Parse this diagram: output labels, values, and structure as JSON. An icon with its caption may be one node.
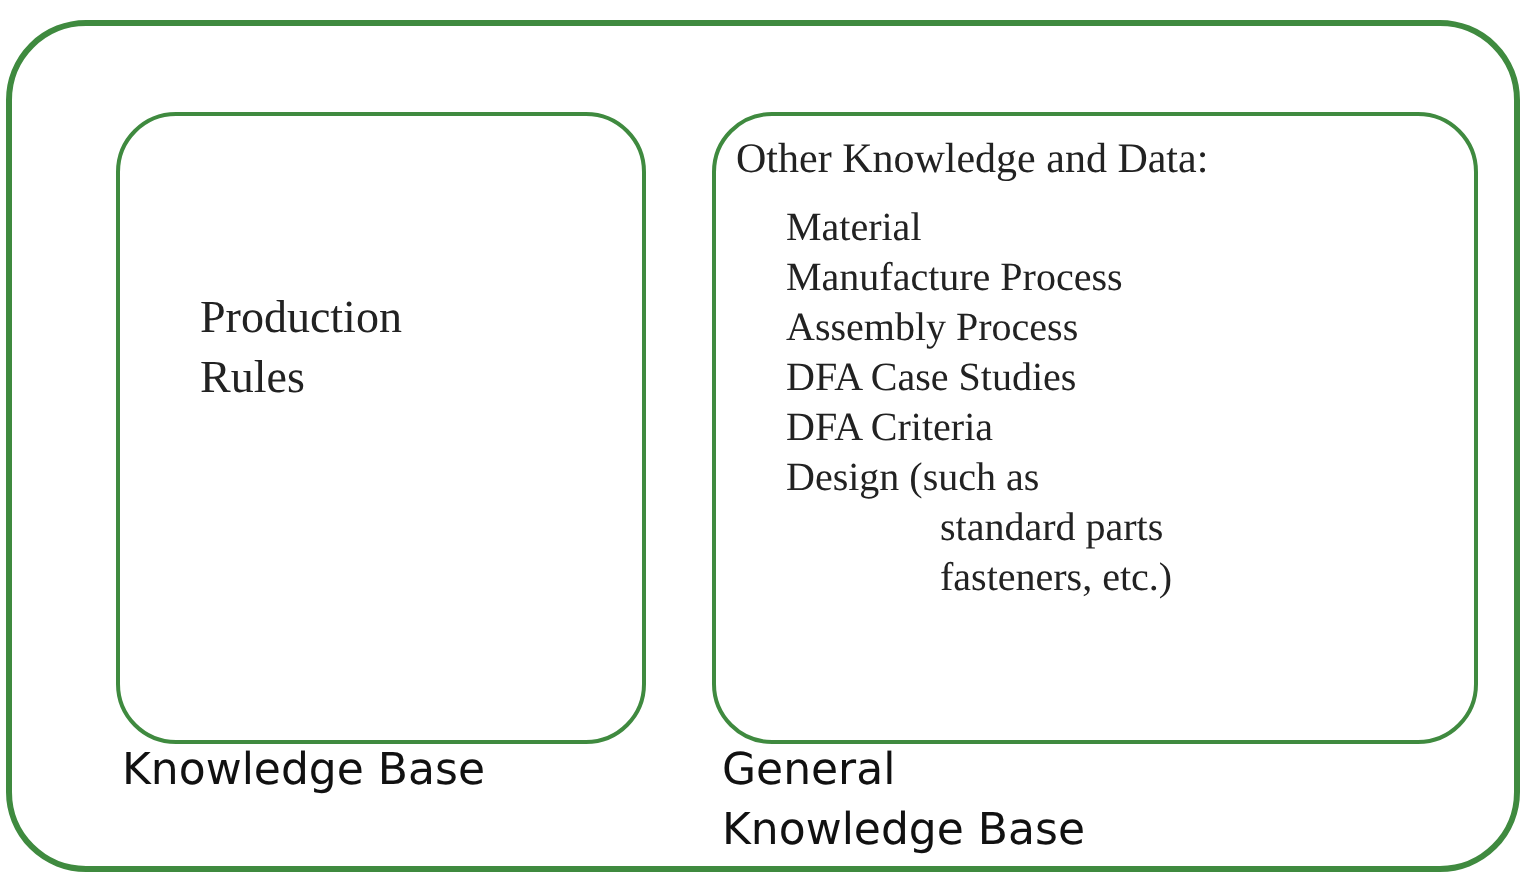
{
  "diagram": {
    "nodes": [
      {
        "text": [],
        "shape": "box"
      },
      {
        "text": [
          "Production Rules"
        ],
        "in": 0,
        "beside": [
          "Knowledge Base"
        ]
      },
      {
        "text": [
          "Other Knowledge and Data:",
          "Material",
          "Manufacture Process",
          "Assembly Process",
          "DFA Case Studies",
          "DFA Criteria",
          "Design (such as standard parts fasteners, etc.)"
        ],
        "in": 0,
        "beside": [
          "General Knowledge Base"
        ]
      }
    ]
  }
}
